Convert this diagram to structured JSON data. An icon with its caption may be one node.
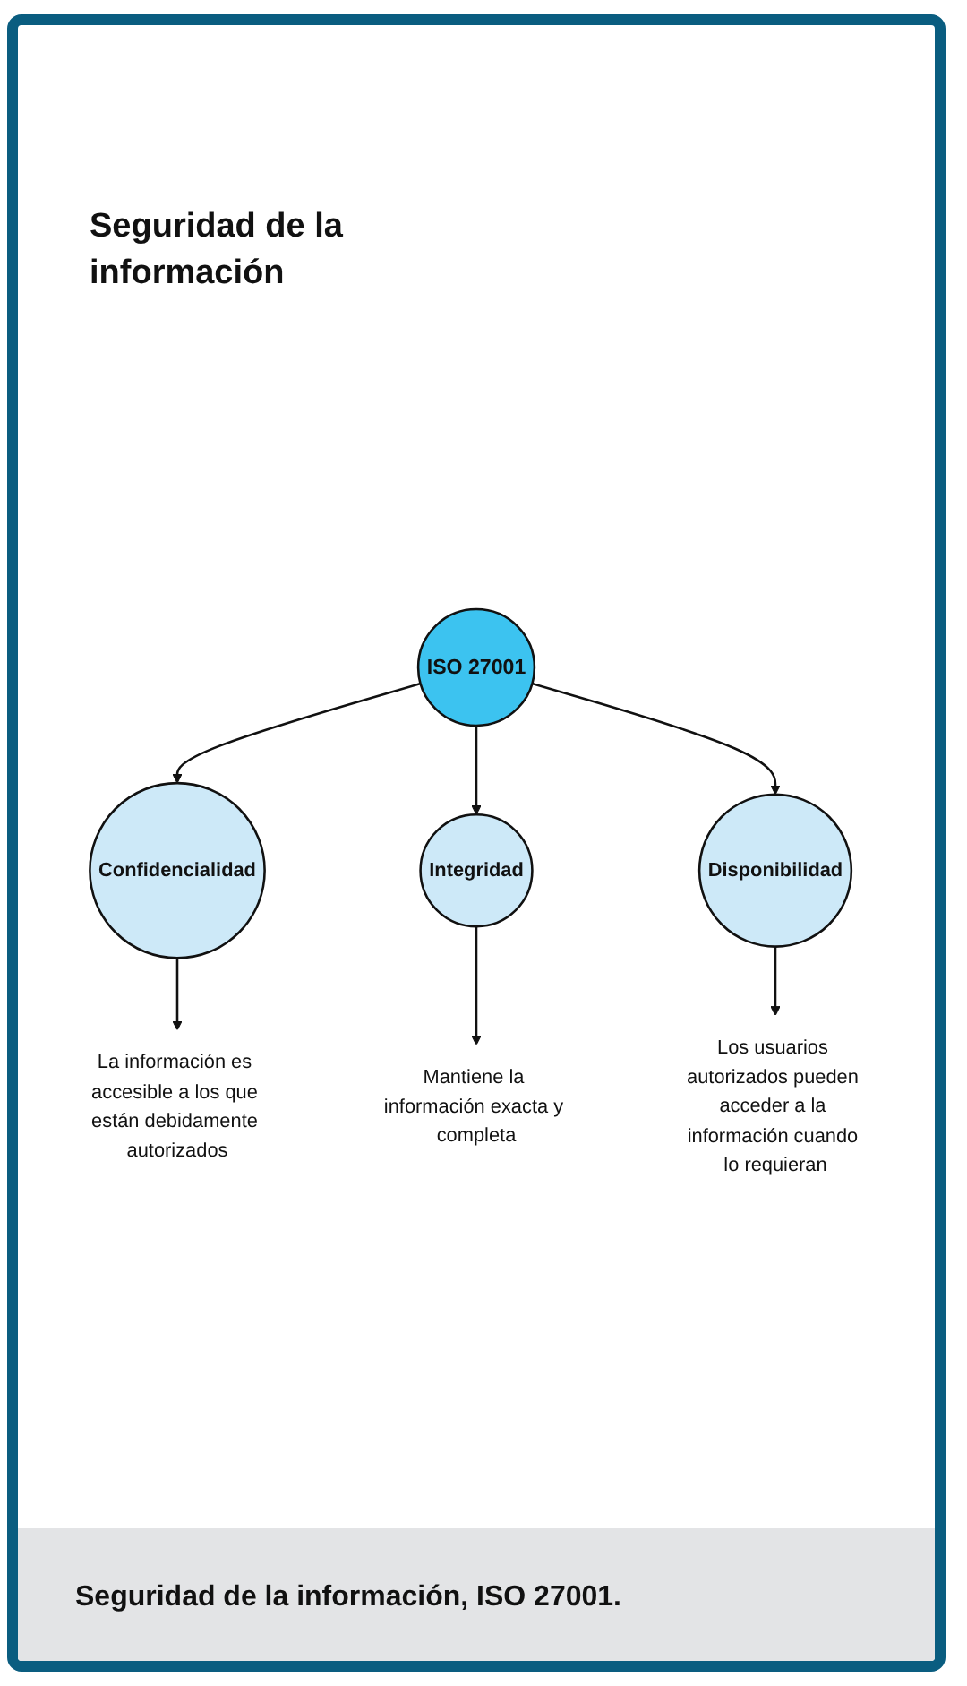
{
  "diagram": {
    "title": "Seguridad de la información",
    "caption": "Seguridad de la información, ISO 27001.",
    "nodes": [
      {
        "text": [
          "ISO 27001"
        ]
      },
      {
        "text": [
          "Confidencialidad"
        ]
      },
      {
        "text": [
          "Integridad"
        ]
      },
      {
        "text": [
          "Disponibilidad"
        ]
      },
      {
        "text": [
          "La información es accesible a los que están debidamente autorizados"
        ]
      },
      {
        "text": [
          "Mantiene la información exacta y completa"
        ]
      },
      {
        "text": [
          "Los usuarios autorizados pueden acceder a la información cuando lo requieran"
        ]
      }
    ],
    "edges": [
      {
        "from": 0,
        "to": 1,
        "arrow": "to"
      },
      {
        "from": 0,
        "to": 2,
        "arrow": "to"
      },
      {
        "from": 0,
        "to": 3,
        "arrow": "to"
      },
      {
        "from": 1,
        "to": 4,
        "arrow": "to"
      },
      {
        "from": 2,
        "to": 5,
        "arrow": "to"
      },
      {
        "from": 3,
        "to": 6,
        "arrow": "to"
      }
    ]
  }
}
